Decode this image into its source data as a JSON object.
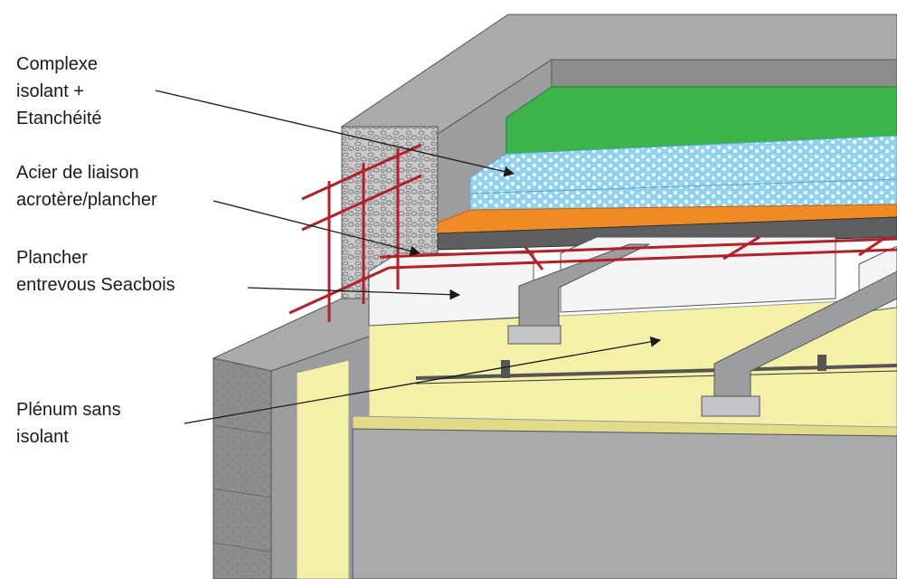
{
  "colors": {
    "concrete_dark": "#8c8d8f",
    "concrete_mid": "#a9aaac",
    "concrete_light": "#c3c4c6",
    "membrane_green": "#3bb54a",
    "insulation_blue": "#8fd3f0",
    "vapor_orange": "#f08a24",
    "ceiling_yellow": "#f4f0a8",
    "rebar_red": "#b3202a",
    "block_white": "#f4f4f4",
    "joist_grey": "#9c9d9f",
    "leader_black": "#1a1a1a"
  },
  "labels": {
    "insulation": {
      "lines": [
        "Complexe",
        "isolant +",
        "Etanchéité"
      ]
    },
    "rebar": {
      "lines": [
        "Acier de liaison",
        "acrotère/plancher"
      ]
    },
    "floor": {
      "lines": [
        "Plancher",
        "entrevous Seacbois"
      ]
    },
    "plenum": {
      "lines": [
        "Plénum sans",
        "isolant"
      ]
    }
  }
}
